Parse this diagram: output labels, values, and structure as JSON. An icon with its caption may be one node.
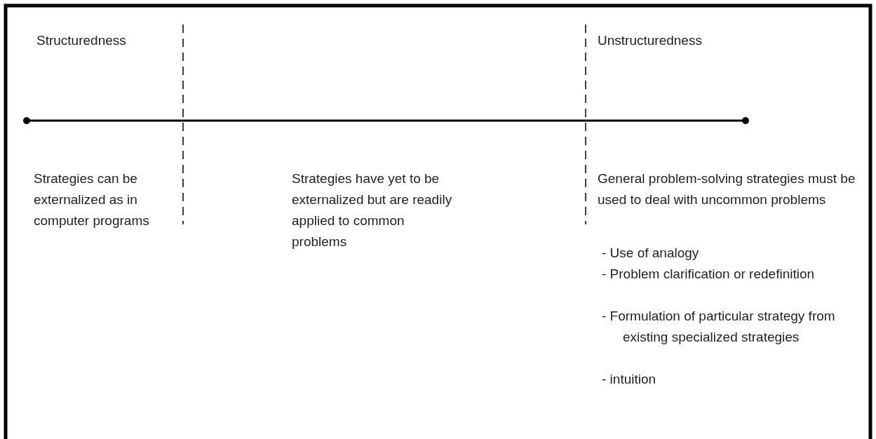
{
  "diagram": {
    "labels": [
      "Structuredness",
      "Unstructuredness",
      "Strategies can be externalized as in computer programs",
      "Strategies have yet to be externalized but are readily applied to common problems",
      "General problem-solving strategies must be used to deal with uncommon problems",
      "- Use of analogy",
      "- Problem clarification or redefinition",
      "- Formulation of particular strategy from existing specialized strategies",
      "- intuition"
    ]
  }
}
